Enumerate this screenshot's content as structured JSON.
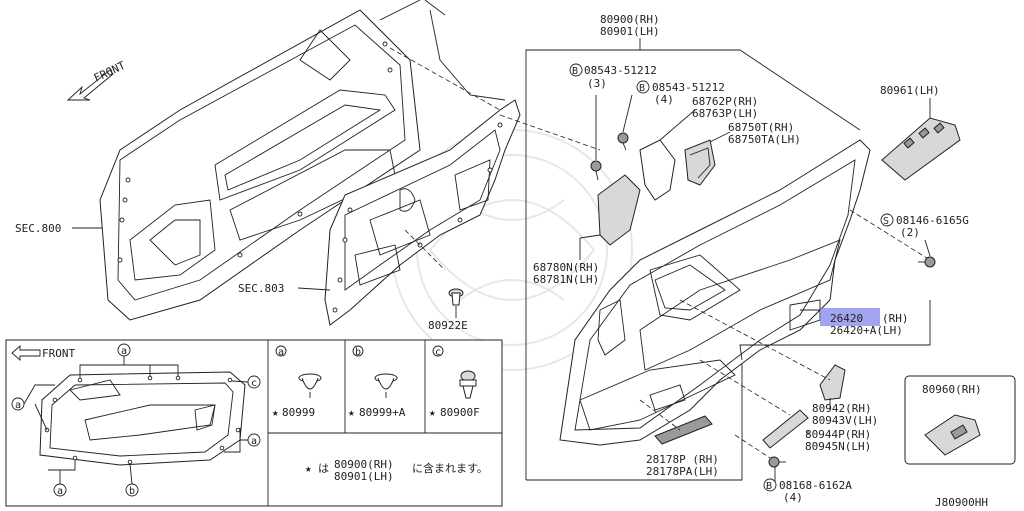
{
  "diagram_id": "J80900HH",
  "front_label": "FRONT",
  "sections": {
    "sec800": "SEC.800",
    "sec803": "SEC.803"
  },
  "labels": {
    "p80900": "80900(RH)",
    "p80901": "80901(LH)",
    "p08543_a": "08543-51212",
    "p08543_a_qty": "(3)",
    "p08543_b": "08543-51212",
    "p08543_b_qty": "(4)",
    "p68762": "68762P(RH)",
    "p68763": "68763P(LH)",
    "p68750t": "68750T(RH)",
    "p68750ta": "68750TA(LH)",
    "p80961": "80961(LH)",
    "p08146": "08146-6165G",
    "p08146_qty": "(2)",
    "p68780": "68780N(RH)",
    "p68781": "68781N(LH)",
    "p80922": "80922E",
    "p26420": "26420",
    "p26420_rh": "(RH)",
    "p26420a": "26420+A(LH)",
    "p80942": "80942(RH)",
    "p80943": "80943V(LH)",
    "p80944": "80944P(RH)",
    "p80945": "80945N(LH)",
    "p28178p": "28178P  (RH)",
    "p28178pa": "28178PA(LH)",
    "p08168": "08168-6162A",
    "p08168_qty": "(4)",
    "p80960": "80960(RH)"
  },
  "markers": {
    "a": "a",
    "b": "b",
    "c": "c",
    "B": "B",
    "S": "S"
  },
  "legend": {
    "front": "FRONT",
    "clip_a": "80999",
    "clip_b": "80999+A",
    "clip_c": "80900F",
    "note_line1": "80900(RH)",
    "note_mid": "に含まれます。",
    "note_line2": "80901(LH)",
    "note_prefix": "は"
  },
  "colors": {
    "highlight": "#7b7ee8",
    "line": "#222222"
  }
}
